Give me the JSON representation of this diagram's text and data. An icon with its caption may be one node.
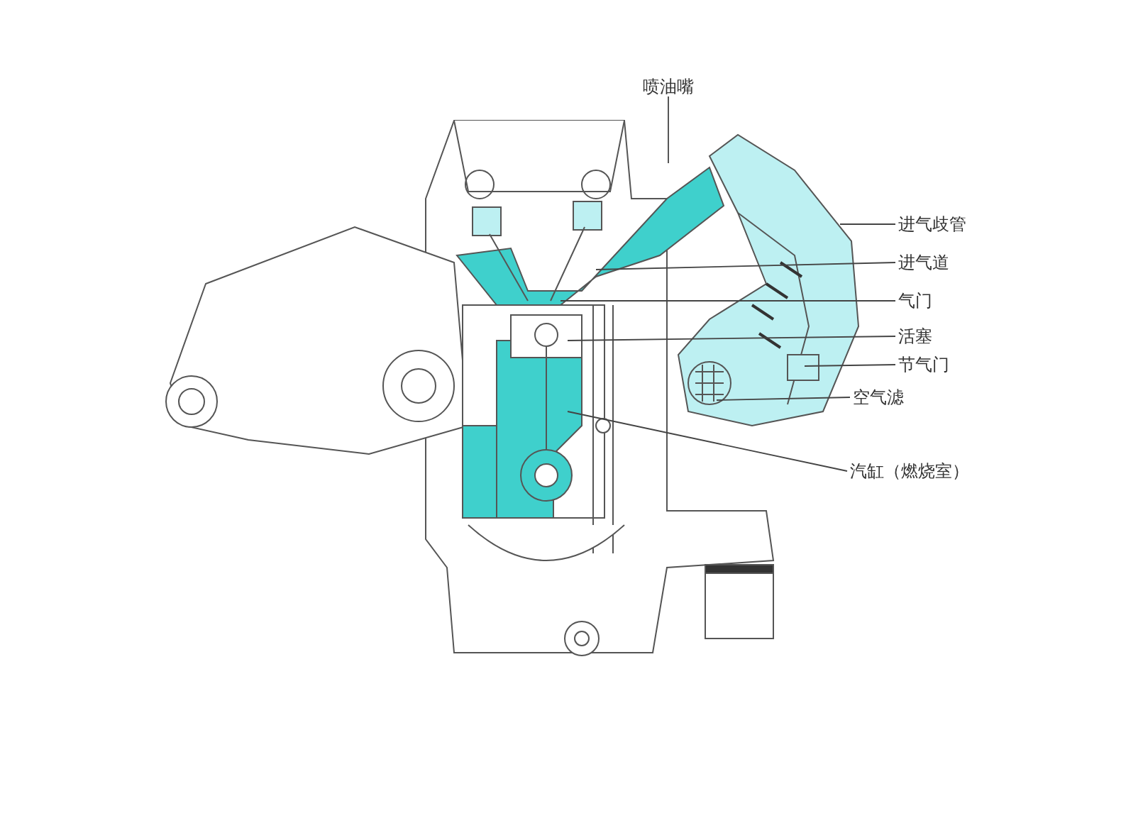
{
  "diagram": {
    "nodes": [
      {
        "text": [
          "喷油嘴"
        ]
      },
      {
        "text": [
          "进气歧管"
        ]
      },
      {
        "text": [
          "进气道"
        ]
      },
      {
        "text": [
          "气门"
        ]
      },
      {
        "text": [
          "活塞"
        ]
      },
      {
        "text": [
          "节气门"
        ]
      },
      {
        "text": [
          "空气滤"
        ]
      },
      {
        "text": [
          "汽缸（燃烧室）"
        ]
      }
    ],
    "edges": [
      {
        "from": 0,
        "to": null,
        "arrow": "none"
      },
      {
        "from": 1,
        "to": null,
        "arrow": "none"
      },
      {
        "from": 2,
        "to": null,
        "arrow": "none"
      },
      {
        "from": 3,
        "to": null,
        "arrow": "none"
      },
      {
        "from": 4,
        "to": null,
        "arrow": "none"
      },
      {
        "from": 5,
        "to": null,
        "arrow": "none"
      },
      {
        "from": 6,
        "to": null,
        "arrow": "none"
      },
      {
        "from": 7,
        "to": null,
        "arrow": "none"
      }
    ]
  }
}
